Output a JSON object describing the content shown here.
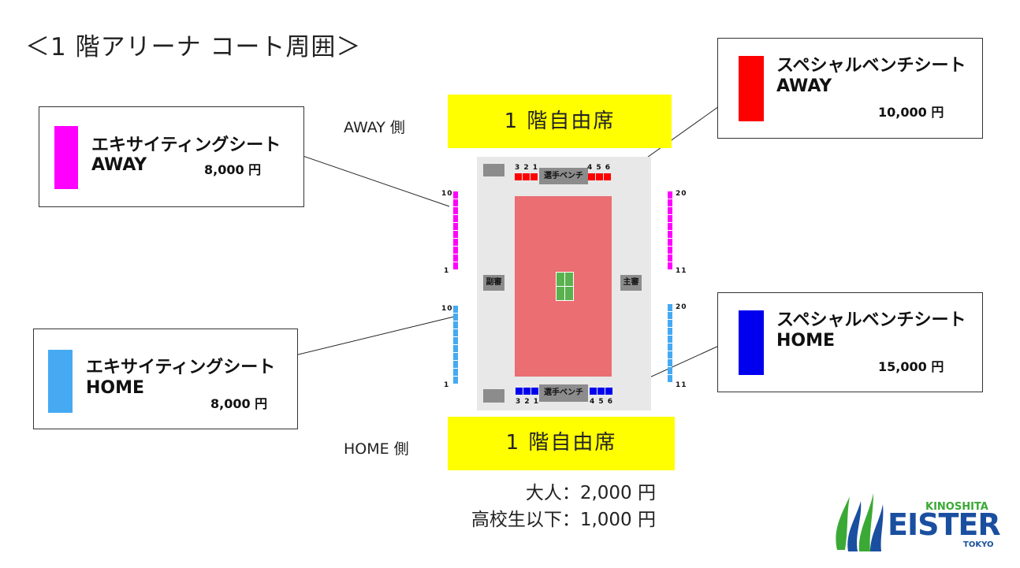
{
  "title": "＜1 階アリーナ コート周囲＞",
  "boxes": {
    "excite_away": {
      "line1": "エキサイティングシート",
      "line2": "AWAY",
      "price": "8,000 円",
      "color": "#ff00ff"
    },
    "excite_home": {
      "line1": "エキサイティングシート",
      "line2": "HOME",
      "price": "8,000 円",
      "color": "#45aaf2"
    },
    "bench_away": {
      "line1": "スペシャルベンチシート",
      "line2": "AWAY",
      "price": "10,000 円",
      "color": "#ff0000"
    },
    "bench_home": {
      "line1": "スペシャルベンチシート",
      "line2": "HOME",
      "price": "15,000 円",
      "color": "#0000ee"
    }
  },
  "away_side": "AWAY 側",
  "home_side": "HOME 側",
  "free_seat_top": "1 階自由席",
  "free_seat_bottom": "1 階自由席",
  "price_adult": "大人：2,000 円",
  "price_student": "高校生以下：1,000 円",
  "diagram": {
    "bench_label_top": "選手ベンチ",
    "bench_label_bottom": "選手ベンチ",
    "sub_referee": "副審",
    "main_referee": "主審",
    "bench_left_nums": "3 2 1",
    "bench_right_nums": "4 5 6",
    "left_top_high": "10",
    "left_top_low": "1",
    "left_bot_high": "10",
    "left_bot_low": "1",
    "right_top_high": "20",
    "right_top_low": "11",
    "right_bot_high": "20",
    "right_bot_low": "11"
  },
  "logo": {
    "top": "KINOSHITA",
    "main": "EISTER",
    "bottom": "TOKYO",
    "green": "#3aa935",
    "blue": "#1a4fa0"
  }
}
